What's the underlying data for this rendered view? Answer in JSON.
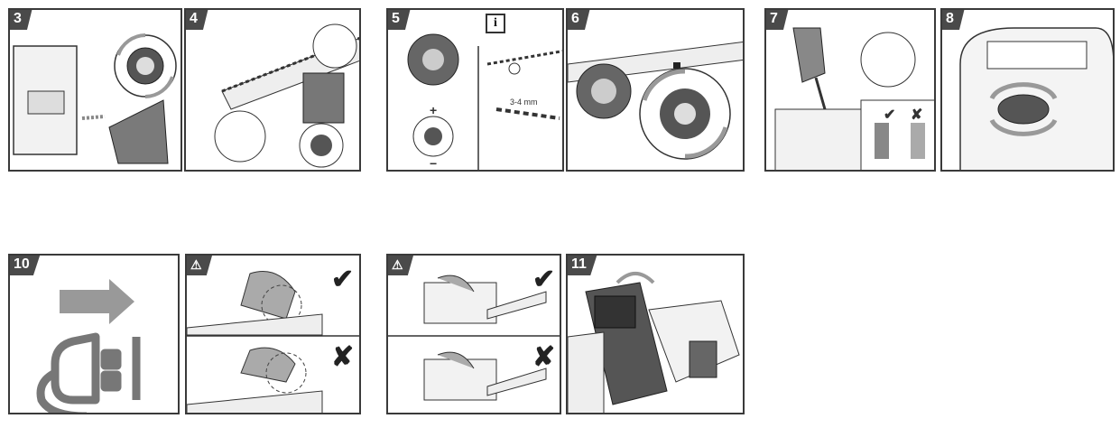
{
  "steps": {
    "s3": "3",
    "s4": "4",
    "s5": "5",
    "s6": "6",
    "s7": "7",
    "s8": "8",
    "s10": "10",
    "s11": "11"
  },
  "warning_symbol": "⚠",
  "info_symbol": "i",
  "panel5": {
    "gap_label": "3-4 mm",
    "plus": "+",
    "minus": "−"
  },
  "panel7": {
    "check": "✔",
    "cross": "✘"
  },
  "marks": {
    "check": "✔",
    "cross": "✘"
  },
  "icons": [
    "rotate-arrow-icon",
    "plug-icon",
    "arrow-right-icon",
    "lock-icon",
    "warning-icon",
    "info-icon"
  ],
  "colors": {
    "tab": "#4a4a4a",
    "line": "#3a3a3a",
    "gray": "#9a9a9a"
  }
}
